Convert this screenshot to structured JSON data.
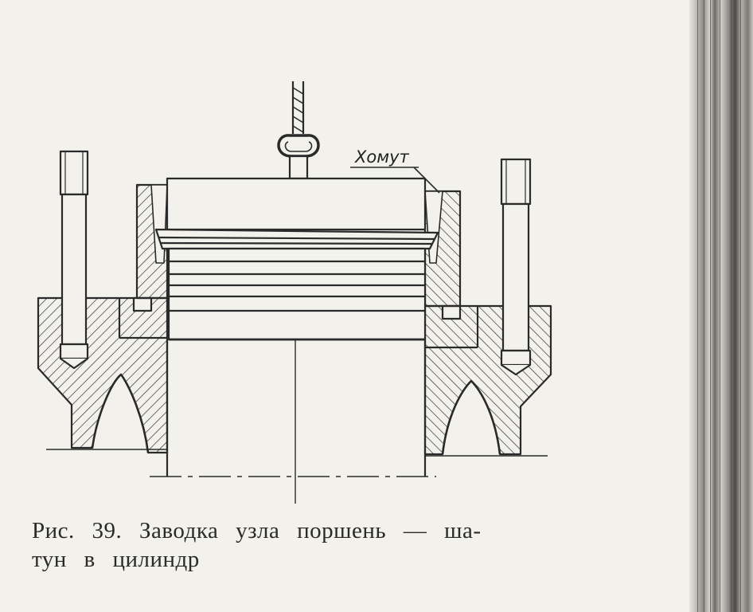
{
  "diagram": {
    "label_clamp": "Хомут"
  },
  "caption": {
    "line1": "Рис. 39. Заводка узла поршень — ша-",
    "line2": "тун в цилиндр"
  },
  "colors": {
    "paper": "#f2f1ec",
    "ink": "#2a2a2a"
  }
}
